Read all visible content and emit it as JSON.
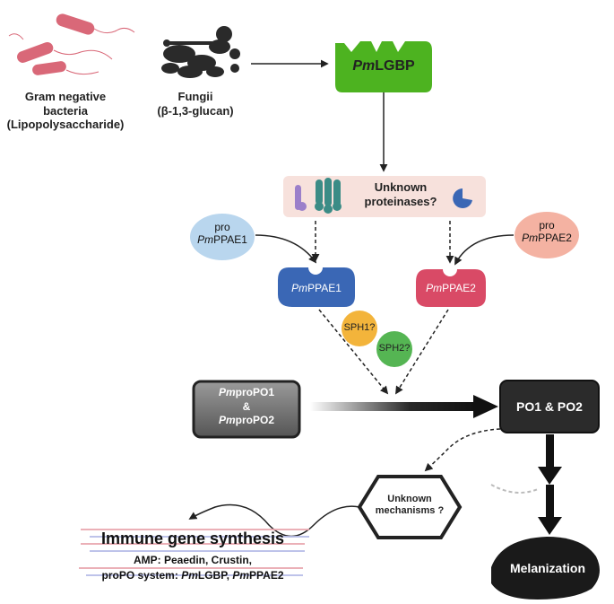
{
  "colors": {
    "lgbp_green": "#4db320",
    "ppae1_blue": "#3a67b5",
    "ppae2_red": "#d94a66",
    "pro_ppae1": "#b9d6ee",
    "pro_ppae2": "#f4b2a2",
    "proteinase_box": "#f7e1dc",
    "sph1": "#f3b43b",
    "sph2": "#55b553",
    "bacteria": "#d96878",
    "dark_box": "#2b2b2b"
  },
  "sources": {
    "bacteria": {
      "line1": "Gram negative",
      "line2": "bacteria",
      "line3": "(Lipopolysaccharide)"
    },
    "fungi": {
      "line1": "Fungii",
      "line2": "(β-1,3-glucan)"
    }
  },
  "lgbp": {
    "prefix": "Pm",
    "name": "LGBP"
  },
  "proteinases": {
    "line1": "Unknown",
    "line2": "proteinases?"
  },
  "pro_ppae1": {
    "top": "pro",
    "prefix": "Pm",
    "name": "PPAE1"
  },
  "pro_ppae2": {
    "top": "pro",
    "prefix": "Pm",
    "name": "PPAE2"
  },
  "ppae1": {
    "prefix": "Pm",
    "name": "PPAE1"
  },
  "ppae2": {
    "prefix": "Pm",
    "name": "PPAE2"
  },
  "sph1": {
    "label": "SPH1?"
  },
  "sph2": {
    "label": "SPH2?"
  },
  "propo": {
    "prefix1": "Pm",
    "name1": "proPO1",
    "amp": "&",
    "prefix2": "Pm",
    "name2": "proPO2"
  },
  "po": {
    "label": "PO1 & PO2"
  },
  "mechanisms": {
    "line1": "Unknown",
    "line2": "mechanisms ?"
  },
  "melanization": {
    "label": "Melanization"
  },
  "immune": {
    "title": "Immune gene synthesis",
    "line1": "AMP: Peaedin, Crustin,",
    "line2_prefix": "proPO system: ",
    "line2_pm1": "Pm",
    "line2_n1": "LGBP, ",
    "line2_pm2": "Pm",
    "line2_n2": "PPAE2"
  }
}
